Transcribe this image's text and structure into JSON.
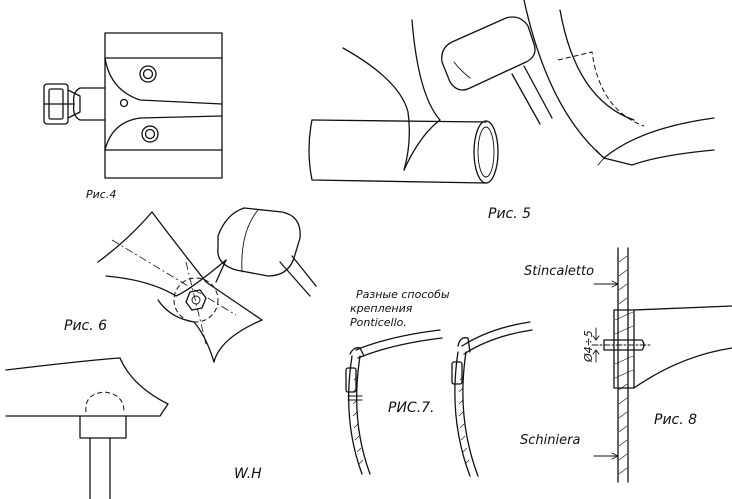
{
  "figures": {
    "fig4": {
      "caption": "Рис.4"
    },
    "fig5": {
      "caption": "Рис. 5"
    },
    "fig6": {
      "caption": "Рис. 6"
    },
    "fig7": {
      "caption": "РИС.7.",
      "note_line1": "Разные способы",
      "note_line2": "крепления",
      "note_line3": "Ponticello."
    },
    "fig8": {
      "caption": "Рис. 8",
      "label_top": "Stincaletto",
      "label_bottom": "Schiniera",
      "dimension": "Ø4÷5"
    }
  },
  "signature": "W.H"
}
